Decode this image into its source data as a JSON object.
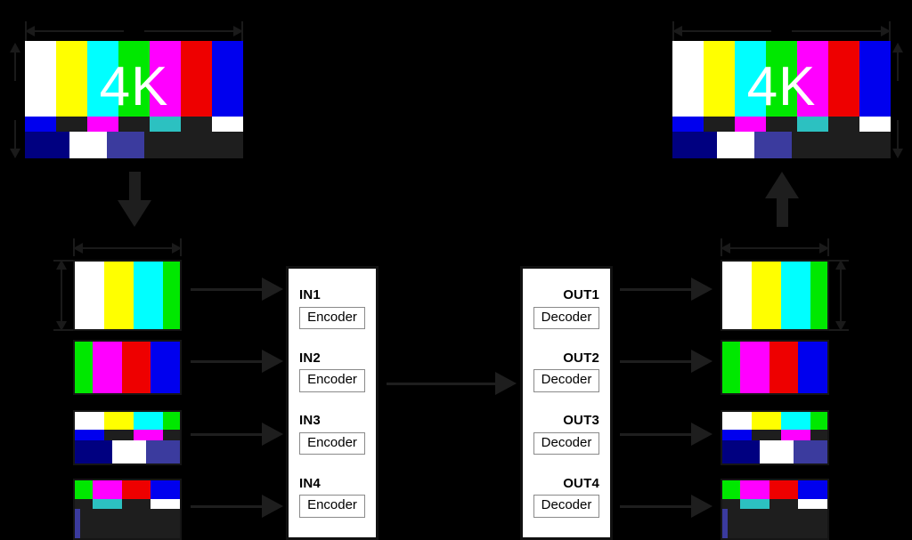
{
  "diagram": {
    "title_text": "4K",
    "background_color": "#000000",
    "line_color": "#1a1a1a",
    "panel_fill": "#ffffff"
  },
  "source_screen": {
    "name": "4K source test pattern",
    "label": "4K",
    "width_dimension_label": "",
    "height_dimension_label": ""
  },
  "destination_screen": {
    "name": "4K reconstructed test pattern",
    "label": "4K",
    "width_dimension_label": "",
    "height_dimension_label": ""
  },
  "encoder_panel": {
    "name": "encoder-panel",
    "slots": [
      {
        "title": "IN1",
        "box": "Encoder"
      },
      {
        "title": "IN2",
        "box": "Encoder"
      },
      {
        "title": "IN3",
        "box": "Encoder"
      },
      {
        "title": "IN4",
        "box": "Encoder"
      }
    ]
  },
  "decoder_panel": {
    "name": "decoder-panel",
    "slots": [
      {
        "title": "OUT1",
        "box": "Decoder"
      },
      {
        "title": "OUT2",
        "box": "Decoder"
      },
      {
        "title": "OUT3",
        "box": "Decoder"
      },
      {
        "title": "OUT4",
        "box": "Decoder"
      }
    ]
  },
  "input_quadrants": [
    {
      "name": "input-quadrant-1",
      "region": "top-left"
    },
    {
      "name": "input-quadrant-2",
      "region": "top-right"
    },
    {
      "name": "input-quadrant-3",
      "region": "bottom-left"
    },
    {
      "name": "input-quadrant-4",
      "region": "bottom-right"
    }
  ],
  "output_quadrants": [
    {
      "name": "output-quadrant-1",
      "region": "top-left"
    },
    {
      "name": "output-quadrant-2",
      "region": "top-right"
    },
    {
      "name": "output-quadrant-3",
      "region": "bottom-left"
    },
    {
      "name": "output-quadrant-4",
      "region": "bottom-right"
    }
  ],
  "colors": {
    "white": "#ffffff",
    "yellow": "#ffff00",
    "cyan": "#00ffff",
    "green": "#00e800",
    "magenta": "#ff00ff",
    "red": "#ee0000",
    "blue": "#0000ee",
    "navy": "#000080",
    "purple": "#3b3b9e",
    "teal": "#2cc1c1",
    "dark": "#1e1e1e",
    "darker": "#141414"
  },
  "flow": {
    "split_arrow": "split-4K-into-quadrants",
    "merge_arrow": "merge-quadrants-into-4K",
    "link_arrow": "encoded-stream-link"
  }
}
